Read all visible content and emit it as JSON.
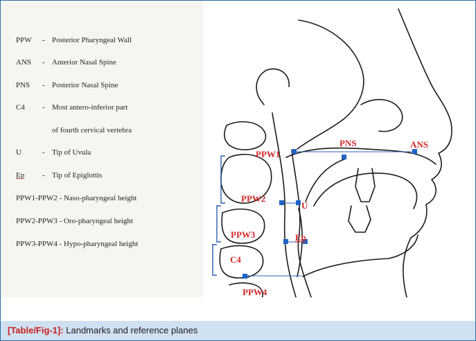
{
  "legend": [
    {
      "abbr": "PPW",
      "dash": "-",
      "desc": "Posterior Pharyngeal Wall"
    },
    {
      "abbr": "ANS",
      "dash": "-",
      "desc": "Anterior Nasal Spine"
    },
    {
      "abbr": "PNS",
      "dash": "-",
      "desc": "Posterior Nasal Spine"
    },
    {
      "abbr": "C4",
      "dash": "-",
      "desc": "Most antero-inferior part"
    },
    {
      "abbr": "",
      "dash": "",
      "desc": "of fourth cervical vertebra"
    },
    {
      "abbr": "U",
      "dash": "-",
      "desc": "Tip of Uvula"
    },
    {
      "abbr": "Ep",
      "dash": "-",
      "desc": "Tip of Epiglottis"
    },
    {
      "abbr": "",
      "dash": "",
      "desc": "PPW1-PPW2 - Naso-pharyngeal height"
    },
    {
      "abbr": "",
      "dash": "",
      "desc": "PPW2-PPW3 - Oro-pharyngeal height"
    },
    {
      "abbr": "",
      "dash": "",
      "desc": "PPW3-PPW4 - Hypo-pharyngeal height"
    }
  ],
  "labels": {
    "ppw1": "PPW1",
    "ppw2": "PPW2",
    "ppw3": "PPW3",
    "ppw4": "PPW4",
    "pns": "PNS",
    "ans": "ANS",
    "u": "U",
    "ep": "Ep",
    "c4": "C4"
  },
  "caption": {
    "tag": "[Table/Fig-1]:",
    "text": "Landmarks and reference planes"
  },
  "colors": {
    "label": "#d32a2a",
    "point": "#1f63c6",
    "line": "#2a5db0",
    "caption_bg": "#cfe0f0",
    "frame": "#2a6fa8"
  }
}
